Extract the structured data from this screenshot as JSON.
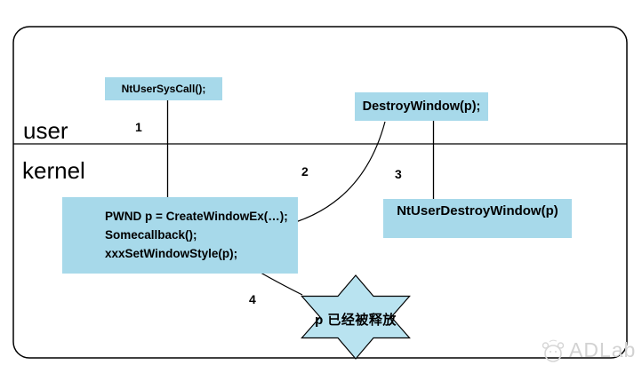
{
  "regions": {
    "user_label": "user",
    "kernel_label": "kernel"
  },
  "nodes": {
    "syscall": {
      "label": "NtUserSysCall();"
    },
    "destroy": {
      "label": "DestroyWindow(p);"
    },
    "create": {
      "lines": [
        "PWND p = CreateWindowEx(…);",
        "Somecallback();",
        "xxxSetWindowStyle(p);"
      ]
    },
    "ntuser_destroy": {
      "label": "NtUserDestroyWindow(p)"
    },
    "freed_star": {
      "label": "p 已经被释放"
    }
  },
  "step_numbers": {
    "s1": "1",
    "s2": "2",
    "s3": "3",
    "s4": "4"
  },
  "watermark": {
    "brand": "ADLab"
  },
  "colors": {
    "box_fill": "#a7d9ea",
    "star_fill": "#b9e3f0",
    "line": "#000000",
    "watermark": "#d2d2d2",
    "background": "#ffffff"
  }
}
